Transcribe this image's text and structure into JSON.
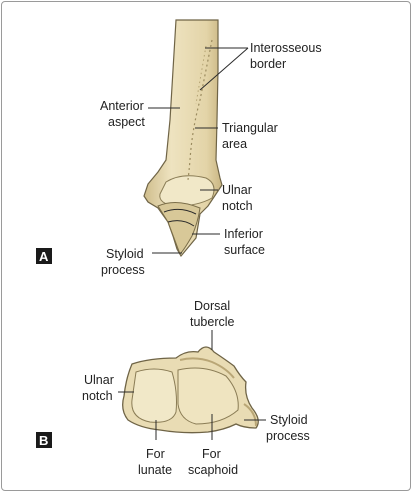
{
  "panels": {
    "a": {
      "tag": "A",
      "labels": {
        "interosseous_1": "Interosseous",
        "interosseous_2": "border",
        "anterior_1": "Anterior",
        "anterior_2": "aspect",
        "triangular_1": "Triangular",
        "triangular_2": "area",
        "ulnar_1": "Ulnar",
        "ulnar_2": "notch",
        "inferior_1": "Inferior",
        "inferior_2": "surface",
        "styloid_1": "Styloid",
        "styloid_2": "process"
      }
    },
    "b": {
      "tag": "B",
      "labels": {
        "dorsal_1": "Dorsal",
        "dorsal_2": "tubercle",
        "ulnar_1": "Ulnar",
        "ulnar_2": "notch",
        "styloid_1": "Styloid",
        "styloid_2": "process",
        "lunate_1": "For",
        "lunate_2": "lunate",
        "scaphoid_1": "For",
        "scaphoid_2": "scaphoid"
      }
    }
  },
  "colors": {
    "bone_fill": "#e9dcb4",
    "bone_shade": "#cdbb8a",
    "bone_outline": "#6f6446",
    "tag_bg": "#1a1a1a"
  }
}
